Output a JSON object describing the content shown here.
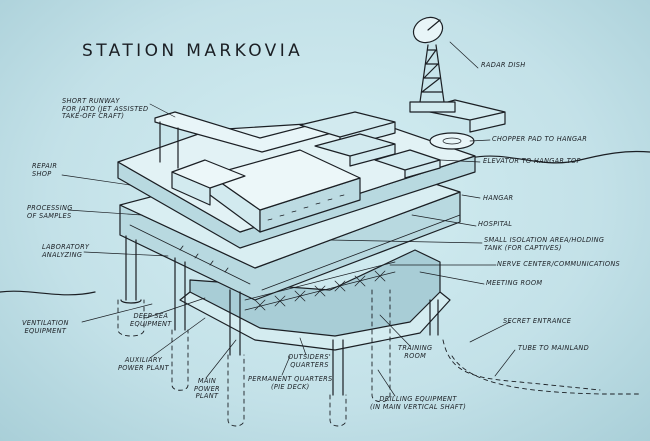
{
  "title": "STATION MARKOVIA",
  "labels": {
    "radar_dish": "RADAR DISH",
    "short_runway": "SHORT RUNWAY\nFOR JATO (JET ASSISTED\nTAKE-OFF CRAFT)",
    "repair_shop": "REPAIR\nSHOP",
    "chopper_pad": "CHOPPER PAD TO HANGAR",
    "elevator": "ELEVATOR TO HANGAR TOP",
    "processing": "PROCESSING\nOF SAMPLES",
    "hangar": "HANGAR",
    "hospital": "HOSPITAL",
    "laboratory": "LABORATORY\nANALYZING",
    "isolation": "SMALL ISOLATION AREA/HOLDING\nTANK (FOR CAPTIVES)",
    "nerve_center": "NERVE CENTER/COMMUNICATIONS",
    "meeting_room": "MEETING ROOM",
    "ventilation": "VENTILATION\nEQUIPMENT",
    "deep_sea": "DEEP SEA\nEQUIPMENT",
    "secret_entrance": "SECRET ENTRANCE",
    "training_room": "TRAINING\nROOM",
    "tube_mainland": "TUBE TO MAINLAND",
    "auxiliary_power": "AUXILIARY\nPOWER PLANT",
    "outsiders_quarters": "OUTSIDERS'\nQUARTERS",
    "main_power": "MAIN\nPOWER\nPLANT",
    "permanent_quarters": "PERMANENT QUARTERS\n(PIE DECK)",
    "drilling": "DRILLING EQUIPMENT\n(IN MAIN VERTICAL SHAFT)"
  },
  "colors": {
    "ink": "#1b1f24",
    "paper": "#c9e4ea",
    "deck": "#d9eef2",
    "shade": "#a8cdd6"
  }
}
